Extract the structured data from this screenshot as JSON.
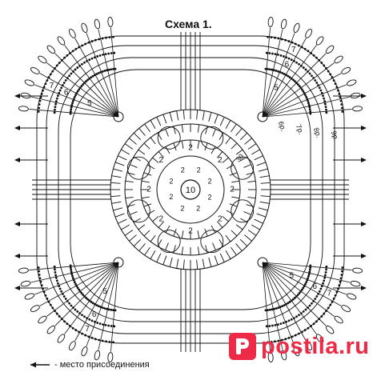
{
  "title": "Схема 1.",
  "legend": {
    "text": "- место присоединения",
    "icon": "arrow-icon"
  },
  "center_label": "10",
  "ring_labels": [
    "2",
    "2",
    "2",
    "2",
    "2",
    "2",
    "2",
    "2"
  ],
  "fan_labels": {
    "near": "5",
    "mid": "6",
    "far": "7"
  },
  "side_labels": [
    "6р.",
    "7р.",
    "8р.",
    "9р."
  ],
  "chain_label": "30",
  "watermark": "postila.ru",
  "colors": {
    "ink": "#111111",
    "brand": "#ee2a47"
  }
}
